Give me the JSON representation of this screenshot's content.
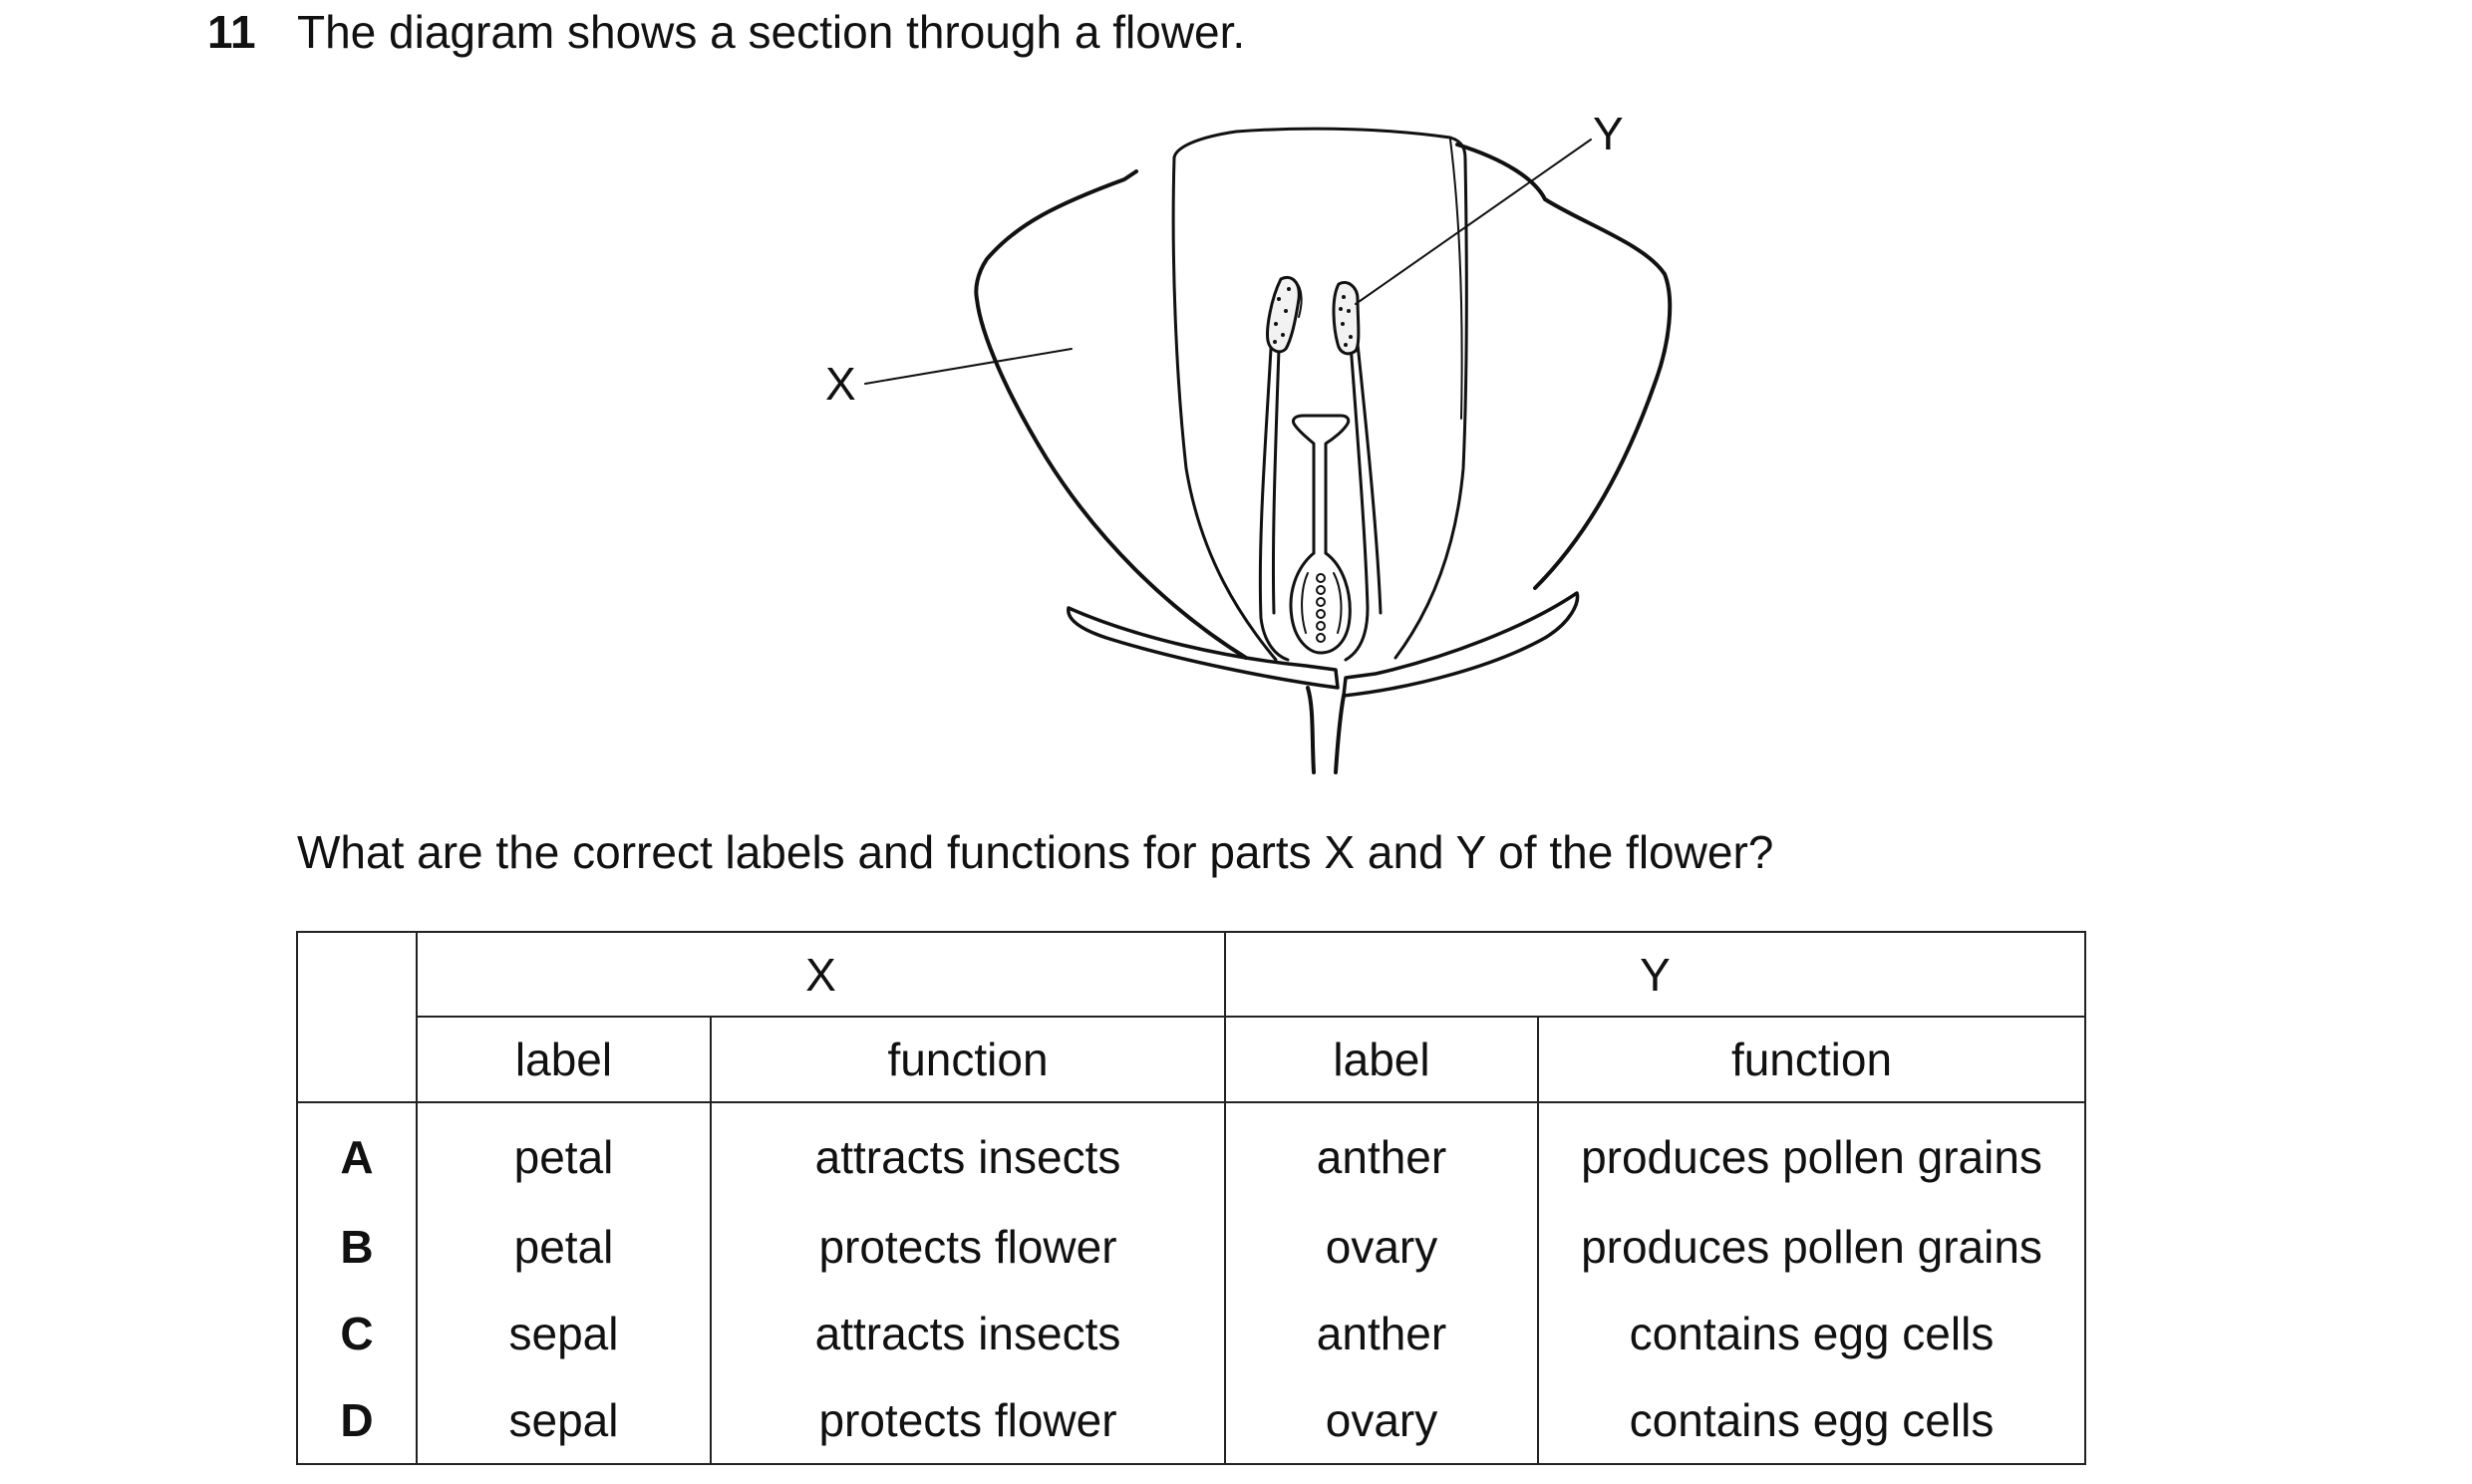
{
  "question": {
    "number": "11",
    "text": "The diagram shows a section through a flower.",
    "prompt": "What are the correct labels and functions for parts X and Y of the flower?"
  },
  "diagram": {
    "label_x": "X",
    "label_y": "Y"
  },
  "table": {
    "group_headers": [
      "X",
      "Y"
    ],
    "sub_headers": [
      "label",
      "function",
      "label",
      "function"
    ],
    "rows": [
      {
        "letter": "A",
        "x_label": "petal",
        "x_function": "attracts insects",
        "y_label": "anther",
        "y_function": "produces pollen grains"
      },
      {
        "letter": "B",
        "x_label": "petal",
        "x_function": "protects flower",
        "y_label": "ovary",
        "y_function": "produces pollen grains"
      },
      {
        "letter": "C",
        "x_label": "sepal",
        "x_function": "attracts insects",
        "y_label": "anther",
        "y_function": "contains egg cells"
      },
      {
        "letter": "D",
        "x_label": "sepal",
        "x_function": "protects flower",
        "y_label": "ovary",
        "y_function": "contains egg cells"
      }
    ]
  }
}
